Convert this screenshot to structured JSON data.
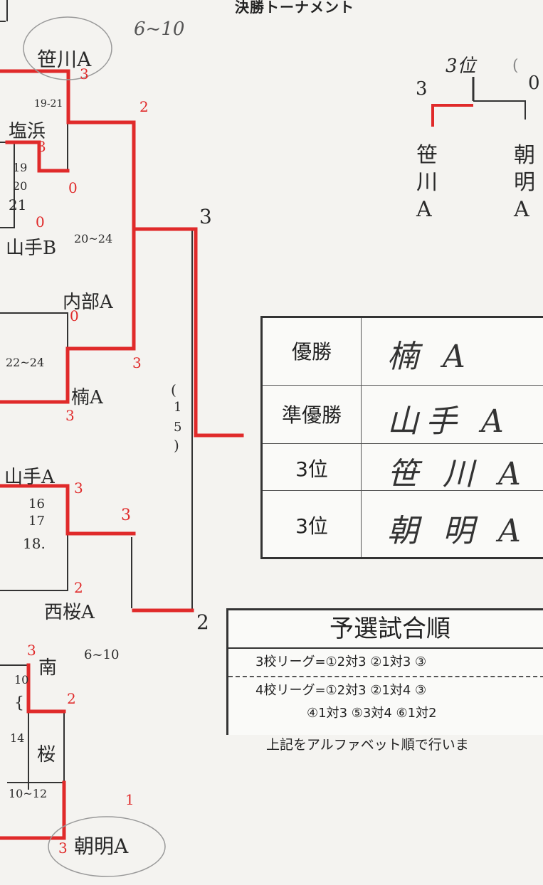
{
  "title": "決勝トーナメント",
  "top_note": "6~10",
  "bracket": {
    "teams": [
      {
        "name": "笹川A",
        "score": "3"
      },
      {
        "name": "塩浜",
        "score": "3"
      },
      {
        "name": "山手B",
        "score": "0"
      },
      {
        "name": "内部A",
        "score": "0"
      },
      {
        "name": "楠A",
        "score": "3"
      },
      {
        "name": "山手A",
        "score": "3"
      },
      {
        "name": "西桜A",
        "score": "2"
      },
      {
        "name": "南",
        "score": "3"
      },
      {
        "name": "桜",
        "score": "2"
      },
      {
        "name": "朝明A",
        "score": "3"
      }
    ],
    "match_scores": {
      "m_shiohama_yamateb": "0",
      "m_r2_top": "2",
      "m_r2_yamate_upper": "3",
      "m_r2_nishizakura": "2",
      "m_sf_top": "3",
      "m_sf_bottom": "2",
      "m_bottom_1": "1"
    },
    "court_notes": {
      "a": "19-21",
      "b": "19",
      "c": "20",
      "d": "21",
      "e": "20~24",
      "f": "22~24",
      "g": "16",
      "h": "17",
      "i": "18.",
      "j": "6~10",
      "k": "10",
      "l": "{",
      "m": "14",
      "n": "10~12",
      "o": "(",
      "p": "1",
      "q": "5",
      "r": ")"
    }
  },
  "third_place": {
    "label": "3位",
    "left_score": "3",
    "right_score": "0",
    "left_team": [
      "笹",
      "川",
      "A"
    ],
    "right_team": [
      "朝",
      "明",
      "A"
    ],
    "corner_mark": "("
  },
  "results": [
    {
      "label": "優勝",
      "value": "楠 A"
    },
    {
      "label": "準優勝",
      "value": "山手 A"
    },
    {
      "label": "3位",
      "value": "笹 川 A"
    },
    {
      "label": "3位",
      "value": "朝 明 A"
    }
  ],
  "order": {
    "heading": "予選試合順",
    "line1": "3校リーグ=①2対3 ②1対3 ③",
    "line2": "4校リーグ=①2対3 ②1対4 ③",
    "line3": "④1対3 ⑤3対4 ⑥1対2",
    "note": "上記をアルファベット順で行いま"
  },
  "colors": {
    "ink": "#2a2a2a",
    "red": "#e02a2a",
    "paper": "#f4f3f0"
  }
}
